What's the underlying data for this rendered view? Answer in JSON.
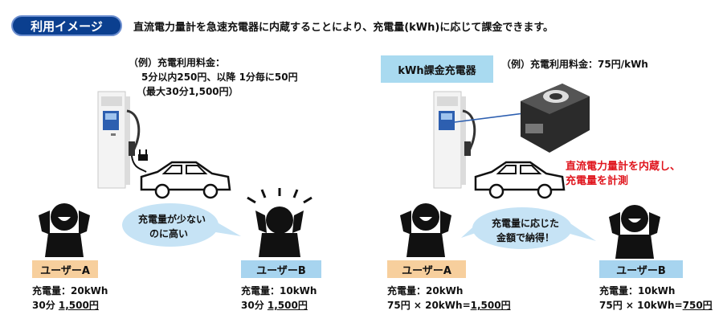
{
  "header": {
    "badge": "利用イメージ",
    "headline": "直流電力量計を急速充電器に内蔵することにより、充電量(kWh)に応じて課金できます。"
  },
  "left": {
    "example_title": "（例）充電利用料金：",
    "example_line2": "5分以内250円、以降 1分毎に50円",
    "example_line3": "（最大30分1,500円）",
    "bubble_line1": "充電量が少ない",
    "bubble_line2": "のに高い",
    "user_a": {
      "label": "ユーザーA",
      "amount": "充電量：20kWh",
      "calc_prefix": "30分 ",
      "price": "1,500円"
    },
    "user_b": {
      "label": "ユーザーB",
      "amount": "充電量：10kWh",
      "calc_prefix": "30分 ",
      "price": "1,500円"
    }
  },
  "right": {
    "charger_label": "kWh課金充電器",
    "example_price": "（例）充電利用料金：75円/kWh",
    "meter_note_line1": "直流電力量計を内蔵し、",
    "meter_note_line2": "充電量を計測",
    "bubble_line1": "充電量に応じた",
    "bubble_line2": "金額で納得！",
    "user_a": {
      "label": "ユーザーA",
      "amount": "充電量：20kWh",
      "calc_prefix": "75円 × 20kWh=",
      "price": "1,500円"
    },
    "user_b": {
      "label": "ユーザーB",
      "amount": "充電量：10kWh",
      "calc_prefix": "75円 × 10kWh=",
      "price": "750円"
    }
  },
  "colors": {
    "badge_bg": "#0b3f8f",
    "user_a_label": "#f7cf9d",
    "user_b_label": "#a7d4ef",
    "bubble": "#c6e3f5",
    "highlight_red": "#e0161e"
  },
  "icons": [
    "ev-charger-icon",
    "car-icon",
    "person-happy-icon",
    "person-upset-icon",
    "power-meter-icon"
  ]
}
